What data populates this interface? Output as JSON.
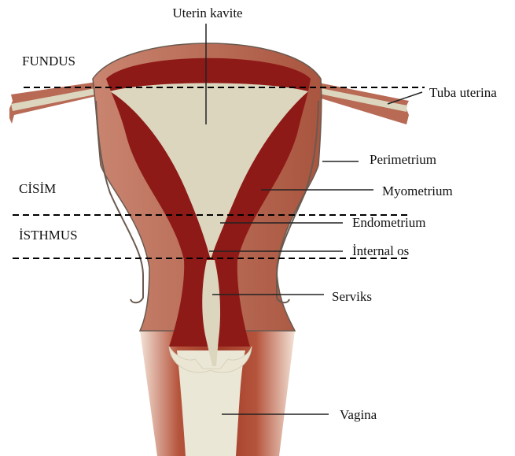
{
  "labels": {
    "uterine_cavity": "Uterin kavite",
    "tuba": "Tuba uterina",
    "perimetrium": "Perimetrium",
    "myometrium": "Myometrium",
    "endometrium": "Endometrium",
    "internal_os": "İnternal os",
    "cervix": "Serviks",
    "vagina": "Vagina"
  },
  "regions": {
    "fundus": "FUNDUS",
    "body": "CİSİM",
    "isthmus": "İSTHMUS"
  },
  "colors": {
    "outer_wall": "#b86a55",
    "myometrium": "#8e1a17",
    "cavity": "#ddd6bf",
    "outline": "#6a5a50",
    "vagina_wall_light": "#e9c4b0"
  }
}
